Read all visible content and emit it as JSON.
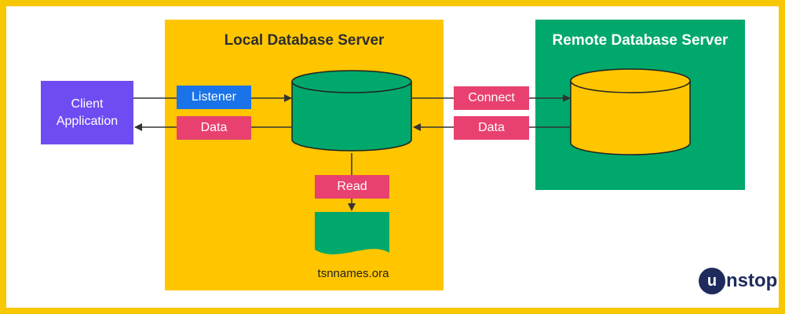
{
  "diagram": {
    "local_server_title": "Local Database Server",
    "remote_server_title": "Remote Database Server",
    "client_label_line1": "Client",
    "client_label_line2": "Application",
    "tags": {
      "listener": "Listener",
      "data_left": "Data",
      "connect": "Connect",
      "data_right": "Data",
      "read": "Read"
    },
    "file_label": "tsnnames.ora"
  },
  "branding": {
    "logo_text": "unstop",
    "logo_first_letter": "u",
    "logo_rest": "nstop"
  },
  "colors": {
    "frame": "#f7c800",
    "local_server": "#ffc600",
    "remote_server": "#00a86b",
    "client": "#6e4cf2",
    "tag_pink": "#e8416f",
    "tag_blue": "#1a73e8",
    "local_db": "#00a86b",
    "remote_db": "#ffc600"
  }
}
